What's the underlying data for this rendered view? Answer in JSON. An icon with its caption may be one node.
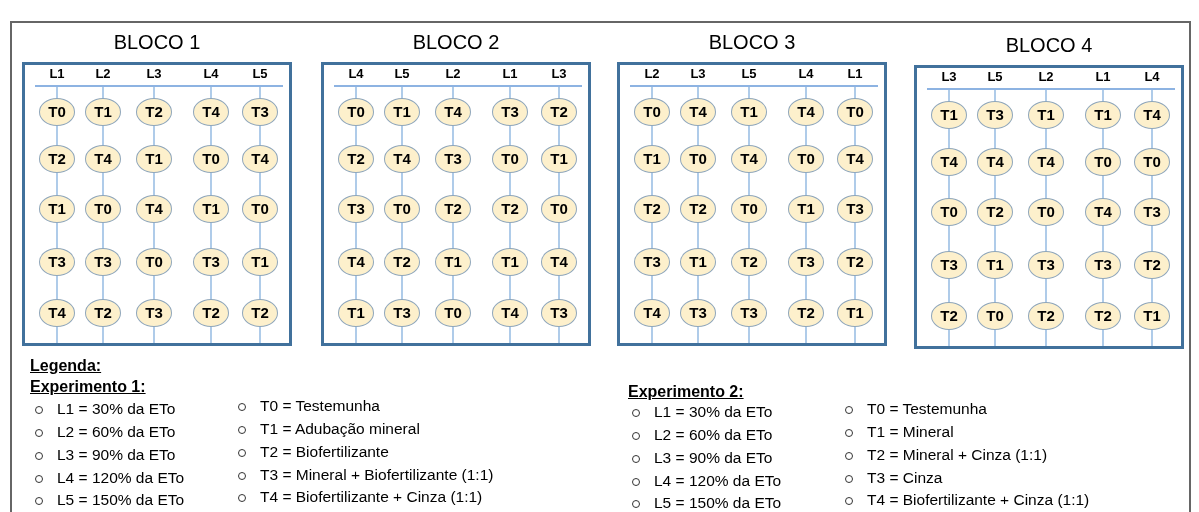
{
  "diagram": {
    "nodes": [
      {
        "text": [
          "BLOCO 1"
        ]
      },
      {
        "text": [
          "L1"
        ],
        "in": 0
      },
      {
        "text": [
          "L2"
        ],
        "in": 0
      },
      {
        "text": [
          "L3"
        ],
        "in": 0
      },
      {
        "text": [
          "L4"
        ],
        "in": 0
      },
      {
        "text": [
          "L5"
        ],
        "in": 0
      },
      {
        "text": [
          "T0"
        ],
        "in": 0
      },
      {
        "text": [
          "T1"
        ],
        "in": 0
      },
      {
        "text": [
          "T2"
        ],
        "in": 0
      },
      {
        "text": [
          "T4"
        ],
        "in": 0
      },
      {
        "text": [
          "T3"
        ],
        "in": 0
      },
      {
        "text": [
          "T2"
        ],
        "in": 0
      },
      {
        "text": [
          "T4"
        ],
        "in": 0
      },
      {
        "text": [
          "T1"
        ],
        "in": 0
      },
      {
        "text": [
          "T0"
        ],
        "in": 0
      },
      {
        "text": [
          "T4"
        ],
        "in": 0
      },
      {
        "text": [
          "T1"
        ],
        "in": 0
      },
      {
        "text": [
          "T0"
        ],
        "in": 0
      },
      {
        "text": [
          "T4"
        ],
        "in": 0
      },
      {
        "text": [
          "T1"
        ],
        "in": 0
      },
      {
        "text": [
          "T0"
        ],
        "in": 0
      },
      {
        "text": [
          "T3"
        ],
        "in": 0
      },
      {
        "text": [
          "T3"
        ],
        "in": 0
      },
      {
        "text": [
          "T0"
        ],
        "in": 0
      },
      {
        "text": [
          "T3"
        ],
        "in": 0
      },
      {
        "text": [
          "T1"
        ],
        "in": 0
      },
      {
        "text": [
          "T4"
        ],
        "in": 0
      },
      {
        "text": [
          "T2"
        ],
        "in": 0
      },
      {
        "text": [
          "T3"
        ],
        "in": 0
      },
      {
        "text": [
          "T2"
        ],
        "in": 0
      },
      {
        "text": [
          "T2"
        ],
        "in": 0
      },
      {
        "text": [
          "BLOCO 2"
        ]
      },
      {
        "text": [
          "L4"
        ],
        "in": 31
      },
      {
        "text": [
          "L5"
        ],
        "in": 31
      },
      {
        "text": [
          "L2"
        ],
        "in": 31
      },
      {
        "text": [
          "L1"
        ],
        "in": 31
      },
      {
        "text": [
          "L3"
        ],
        "in": 31
      },
      {
        "text": [
          "T0"
        ],
        "in": 31
      },
      {
        "text": [
          "T1"
        ],
        "in": 31
      },
      {
        "text": [
          "T4"
        ],
        "in": 31
      },
      {
        "text": [
          "T3"
        ],
        "in": 31
      },
      {
        "text": [
          "T2"
        ],
        "in": 31
      },
      {
        "text": [
          "T2"
        ],
        "in": 31
      },
      {
        "text": [
          "T4"
        ],
        "in": 31
      },
      {
        "text": [
          "T3"
        ],
        "in": 31
      },
      {
        "text": [
          "T0"
        ],
        "in": 31
      },
      {
        "text": [
          "T1"
        ],
        "in": 31
      },
      {
        "text": [
          "T3"
        ],
        "in": 31
      },
      {
        "text": [
          "T0"
        ],
        "in": 31
      },
      {
        "text": [
          "T2"
        ],
        "in": 31
      },
      {
        "text": [
          "T2"
        ],
        "in": 31
      },
      {
        "text": [
          "T0"
        ],
        "in": 31
      },
      {
        "text": [
          "T4"
        ],
        "in": 31
      },
      {
        "text": [
          "T2"
        ],
        "in": 31
      },
      {
        "text": [
          "T1"
        ],
        "in": 31
      },
      {
        "text": [
          "T1"
        ],
        "in": 31
      },
      {
        "text": [
          "T4"
        ],
        "in": 31
      },
      {
        "text": [
          "T1"
        ],
        "in": 31
      },
      {
        "text": [
          "T3"
        ],
        "in": 31
      },
      {
        "text": [
          "T0"
        ],
        "in": 31
      },
      {
        "text": [
          "T4"
        ],
        "in": 31
      },
      {
        "text": [
          "T3"
        ],
        "in": 31
      },
      {
        "text": [
          "BLOCO 3"
        ]
      },
      {
        "text": [
          "L2"
        ],
        "in": 62
      },
      {
        "text": [
          "L3"
        ],
        "in": 62
      },
      {
        "text": [
          "L5"
        ],
        "in": 62
      },
      {
        "text": [
          "L4"
        ],
        "in": 62
      },
      {
        "text": [
          "L1"
        ],
        "in": 62
      },
      {
        "text": [
          "T0"
        ],
        "in": 62
      },
      {
        "text": [
          "T4"
        ],
        "in": 62
      },
      {
        "text": [
          "T1"
        ],
        "in": 62
      },
      {
        "text": [
          "T4"
        ],
        "in": 62
      },
      {
        "text": [
          "T0"
        ],
        "in": 62
      },
      {
        "text": [
          "T1"
        ],
        "in": 62
      },
      {
        "text": [
          "T0"
        ],
        "in": 62
      },
      {
        "text": [
          "T4"
        ],
        "in": 62
      },
      {
        "text": [
          "T0"
        ],
        "in": 62
      },
      {
        "text": [
          "T4"
        ],
        "in": 62
      },
      {
        "text": [
          "T2"
        ],
        "in": 62
      },
      {
        "text": [
          "T2"
        ],
        "in": 62
      },
      {
        "text": [
          "T0"
        ],
        "in": 62
      },
      {
        "text": [
          "T1"
        ],
        "in": 62
      },
      {
        "text": [
          "T3"
        ],
        "in": 62
      },
      {
        "text": [
          "T3"
        ],
        "in": 62
      },
      {
        "text": [
          "T1"
        ],
        "in": 62
      },
      {
        "text": [
          "T2"
        ],
        "in": 62
      },
      {
        "text": [
          "T3"
        ],
        "in": 62
      },
      {
        "text": [
          "T2"
        ],
        "in": 62
      },
      {
        "text": [
          "T4"
        ],
        "in": 62
      },
      {
        "text": [
          "T3"
        ],
        "in": 62
      },
      {
        "text": [
          "T3"
        ],
        "in": 62
      },
      {
        "text": [
          "T2"
        ],
        "in": 62
      },
      {
        "text": [
          "T1"
        ],
        "in": 62
      },
      {
        "text": [
          "BLOCO 4"
        ]
      },
      {
        "text": [
          "L3"
        ],
        "in": 93
      },
      {
        "text": [
          "L5"
        ],
        "in": 93
      },
      {
        "text": [
          "L2"
        ],
        "in": 93
      },
      {
        "text": [
          "L1"
        ],
        "in": 93
      },
      {
        "text": [
          "L4"
        ],
        "in": 93
      },
      {
        "text": [
          "T1"
        ],
        "in": 93
      },
      {
        "text": [
          "T3"
        ],
        "in": 93
      },
      {
        "text": [
          "T1"
        ],
        "in": 93
      },
      {
        "text": [
          "T1"
        ],
        "in": 93
      },
      {
        "text": [
          "T4"
        ],
        "in": 93
      },
      {
        "text": [
          "T4"
        ],
        "in": 93
      },
      {
        "text": [
          "T4"
        ],
        "in": 93
      },
      {
        "text": [
          "T4"
        ],
        "in": 93
      },
      {
        "text": [
          "T0"
        ],
        "in": 93
      },
      {
        "text": [
          "T0"
        ],
        "in": 93
      },
      {
        "text": [
          "T0"
        ],
        "in": 93
      },
      {
        "text": [
          "T2"
        ],
        "in": 93
      },
      {
        "text": [
          "T0"
        ],
        "in": 93
      },
      {
        "text": [
          "T4"
        ],
        "in": 93
      },
      {
        "text": [
          "T3"
        ],
        "in": 93
      },
      {
        "text": [
          "T3"
        ],
        "in": 93
      },
      {
        "text": [
          "T1"
        ],
        "in": 93
      },
      {
        "text": [
          "T3"
        ],
        "in": 93
      },
      {
        "text": [
          "T3"
        ],
        "in": 93
      },
      {
        "text": [
          "T2"
        ],
        "in": 93
      },
      {
        "text": [
          "T2"
        ],
        "in": 93
      },
      {
        "text": [
          "T0"
        ],
        "in": 93
      },
      {
        "text": [
          "T2"
        ],
        "in": 93
      },
      {
        "text": [
          "T2"
        ],
        "in": 93
      },
      {
        "text": [
          "T1"
        ],
        "in": 93
      },
      {
        "text": [],
        "shape": "bar",
        "in": 0
      },
      {
        "text": [],
        "shape": "bar",
        "in": 31
      },
      {
        "text": [],
        "shape": "bar",
        "in": 62
      },
      {
        "text": [],
        "shape": "bar",
        "in": 93
      }
    ],
    "edges": [
      {
        "from": 124,
        "to": 6,
        "arrow": "none"
      },
      {
        "from": 6,
        "to": 11,
        "arrow": "none"
      },
      {
        "from": 11,
        "to": 16,
        "arrow": "none"
      },
      {
        "from": 16,
        "to": 21,
        "arrow": "none"
      },
      {
        "from": 21,
        "to": 26,
        "arrow": "none"
      },
      {
        "from": 26,
        "to": null,
        "arrow": "none"
      },
      {
        "from": 124,
        "to": 7,
        "arrow": "none"
      },
      {
        "from": 7,
        "to": 12,
        "arrow": "none"
      },
      {
        "from": 12,
        "to": 17,
        "arrow": "none"
      },
      {
        "from": 17,
        "to": 22,
        "arrow": "none"
      },
      {
        "from": 22,
        "to": 27,
        "arrow": "none"
      },
      {
        "from": 27,
        "to": null,
        "arrow": "none"
      },
      {
        "from": 124,
        "to": 8,
        "arrow": "none"
      },
      {
        "from": 8,
        "to": 13,
        "arrow": "none"
      },
      {
        "from": 13,
        "to": 18,
        "arrow": "none"
      },
      {
        "from": 18,
        "to": 23,
        "arrow": "none"
      },
      {
        "from": 23,
        "to": 28,
        "arrow": "none"
      },
      {
        "from": 28,
        "to": null,
        "arrow": "none"
      },
      {
        "from": 124,
        "to": 9,
        "arrow": "none"
      },
      {
        "from": 9,
        "to": 14,
        "arrow": "none"
      },
      {
        "from": 14,
        "to": 19,
        "arrow": "none"
      },
      {
        "from": 19,
        "to": 24,
        "arrow": "none"
      },
      {
        "from": 24,
        "to": 29,
        "arrow": "none"
      },
      {
        "from": 29,
        "to": null,
        "arrow": "none"
      },
      {
        "from": 124,
        "to": 10,
        "arrow": "none"
      },
      {
        "from": 10,
        "to": 15,
        "arrow": "none"
      },
      {
        "from": 15,
        "to": 20,
        "arrow": "none"
      },
      {
        "from": 20,
        "to": 25,
        "arrow": "none"
      },
      {
        "from": 25,
        "to": 30,
        "arrow": "none"
      },
      {
        "from": 30,
        "to": null,
        "arrow": "none"
      },
      {
        "from": 125,
        "to": 37,
        "arrow": "none"
      },
      {
        "from": 37,
        "to": 42,
        "arrow": "none"
      },
      {
        "from": 42,
        "to": 47,
        "arrow": "none"
      },
      {
        "from": 47,
        "to": 52,
        "arrow": "none"
      },
      {
        "from": 52,
        "to": 57,
        "arrow": "none"
      },
      {
        "from": 57,
        "to": null,
        "arrow": "none"
      },
      {
        "from": 125,
        "to": 38,
        "arrow": "none"
      },
      {
        "from": 38,
        "to": 43,
        "arrow": "none"
      },
      {
        "from": 43,
        "to": 48,
        "arrow": "none"
      },
      {
        "from": 48,
        "to": 53,
        "arrow": "none"
      },
      {
        "from": 53,
        "to": 58,
        "arrow": "none"
      },
      {
        "from": 58,
        "to": null,
        "arrow": "none"
      },
      {
        "from": 125,
        "to": 39,
        "arrow": "none"
      },
      {
        "from": 39,
        "to": 44,
        "arrow": "none"
      },
      {
        "from": 44,
        "to": 49,
        "arrow": "none"
      },
      {
        "from": 49,
        "to": 54,
        "arrow": "none"
      },
      {
        "from": 54,
        "to": 59,
        "arrow": "none"
      },
      {
        "from": 59,
        "to": null,
        "arrow": "none"
      },
      {
        "from": 125,
        "to": 40,
        "arrow": "none"
      },
      {
        "from": 40,
        "to": 45,
        "arrow": "none"
      },
      {
        "from": 45,
        "to": 50,
        "arrow": "none"
      },
      {
        "from": 50,
        "to": 55,
        "arrow": "none"
      },
      {
        "from": 55,
        "to": 60,
        "arrow": "none"
      },
      {
        "from": 60,
        "to": null,
        "arrow": "none"
      },
      {
        "from": 125,
        "to": 41,
        "arrow": "none"
      },
      {
        "from": 41,
        "to": 46,
        "arrow": "none"
      },
      {
        "from": 46,
        "to": 51,
        "arrow": "none"
      },
      {
        "from": 51,
        "to": 56,
        "arrow": "none"
      },
      {
        "from": 56,
        "to": 61,
        "arrow": "none"
      },
      {
        "from": 61,
        "to": null,
        "arrow": "none"
      },
      {
        "from": 126,
        "to": 68,
        "arrow": "none"
      },
      {
        "from": 68,
        "to": 73,
        "arrow": "none"
      },
      {
        "from": 73,
        "to": 78,
        "arrow": "none"
      },
      {
        "from": 78,
        "to": 83,
        "arrow": "none"
      },
      {
        "from": 83,
        "to": 88,
        "arrow": "none"
      },
      {
        "from": 88,
        "to": null,
        "arrow": "none"
      },
      {
        "from": 126,
        "to": 69,
        "arrow": "none"
      },
      {
        "from": 69,
        "to": 74,
        "arrow": "none"
      },
      {
        "from": 74,
        "to": 79,
        "arrow": "none"
      },
      {
        "from": 79,
        "to": 84,
        "arrow": "none"
      },
      {
        "from": 84,
        "to": 89,
        "arrow": "none"
      },
      {
        "from": 89,
        "to": null,
        "arrow": "none"
      },
      {
        "from": 126,
        "to": 70,
        "arrow": "none"
      },
      {
        "from": 70,
        "to": 75,
        "arrow": "none"
      },
      {
        "from": 75,
        "to": 80,
        "arrow": "none"
      },
      {
        "from": 80,
        "to": 85,
        "arrow": "none"
      },
      {
        "from": 85,
        "to": 90,
        "arrow": "none"
      },
      {
        "from": 90,
        "to": null,
        "arrow": "none"
      },
      {
        "from": 126,
        "to": 71,
        "arrow": "none"
      },
      {
        "from": 71,
        "to": 76,
        "arrow": "none"
      },
      {
        "from": 76,
        "to": 81,
        "arrow": "none"
      },
      {
        "from": 81,
        "to": 86,
        "arrow": "none"
      },
      {
        "from": 86,
        "to": 91,
        "arrow": "none"
      },
      {
        "from": 91,
        "to": null,
        "arrow": "none"
      },
      {
        "from": 126,
        "to": 72,
        "arrow": "none"
      },
      {
        "from": 72,
        "to": 77,
        "arrow": "none"
      },
      {
        "from": 77,
        "to": 82,
        "arrow": "none"
      },
      {
        "from": 82,
        "to": 87,
        "arrow": "none"
      },
      {
        "from": 87,
        "to": 92,
        "arrow": "none"
      },
      {
        "from": 92,
        "to": null,
        "arrow": "none"
      },
      {
        "from": 127,
        "to": 99,
        "arrow": "none"
      },
      {
        "from": 99,
        "to": 104,
        "arrow": "none"
      },
      {
        "from": 104,
        "to": 109,
        "arrow": "none"
      },
      {
        "from": 109,
        "to": 114,
        "arrow": "none"
      },
      {
        "from": 114,
        "to": 119,
        "arrow": "none"
      },
      {
        "from": 119,
        "to": null,
        "arrow": "none"
      },
      {
        "from": 127,
        "to": 100,
        "arrow": "none"
      },
      {
        "from": 100,
        "to": 105,
        "arrow": "none"
      },
      {
        "from": 105,
        "to": 110,
        "arrow": "none"
      },
      {
        "from": 110,
        "to": 115,
        "arrow": "none"
      },
      {
        "from": 115,
        "to": 120,
        "arrow": "none"
      },
      {
        "from": 120,
        "to": null,
        "arrow": "none"
      },
      {
        "from": 127,
        "to": 101,
        "arrow": "none"
      },
      {
        "from": 101,
        "to": 106,
        "arrow": "none"
      },
      {
        "from": 106,
        "to": 111,
        "arrow": "none"
      },
      {
        "from": 111,
        "to": 116,
        "arrow": "none"
      },
      {
        "from": 116,
        "to": 121,
        "arrow": "none"
      },
      {
        "from": 121,
        "to": null,
        "arrow": "none"
      },
      {
        "from": 127,
        "to": 102,
        "arrow": "none"
      },
      {
        "from": 102,
        "to": 107,
        "arrow": "none"
      },
      {
        "from": 107,
        "to": 112,
        "arrow": "none"
      },
      {
        "from": 112,
        "to": 117,
        "arrow": "none"
      },
      {
        "from": 117,
        "to": 122,
        "arrow": "none"
      },
      {
        "from": 122,
        "to": null,
        "arrow": "none"
      },
      {
        "from": 127,
        "to": 103,
        "arrow": "none"
      },
      {
        "from": 103,
        "to": 108,
        "arrow": "none"
      },
      {
        "from": 108,
        "to": 113,
        "arrow": "none"
      },
      {
        "from": 113,
        "to": 118,
        "arrow": "none"
      },
      {
        "from": 118,
        "to": 123,
        "arrow": "none"
      },
      {
        "from": 123,
        "to": null,
        "arrow": "none"
      }
    ],
    "labels": [
      "Legenda:",
      "Experimento 1:",
      "L1 = 30% da ETo",
      "L2 = 60% da ETo",
      "L3 = 90% da ETo",
      "L4 = 120% da ETo",
      "L5 = 150% da ETo",
      "T0 = Testemunha",
      "T1 = Adubação mineral",
      "T2 = Biofertilizante",
      "T3 = Mineral + Biofertilizante (1:1)",
      "T4 = Biofertilizante + Cinza (1:1)",
      "Experimento 2:",
      "L1 = 30% da ETo",
      "L2 = 60% da ETo",
      "L3 = 90% da ETo",
      "L4 = 120% da ETo",
      "L5 = 150% da ETo",
      "T0 = Testemunha",
      "T1 = Mineral",
      "T2 = Mineral + Cinza (1:1)",
      "T3 = Cinza",
      "T4 = Biofertilizante + Cinza (1:1)"
    ]
  }
}
